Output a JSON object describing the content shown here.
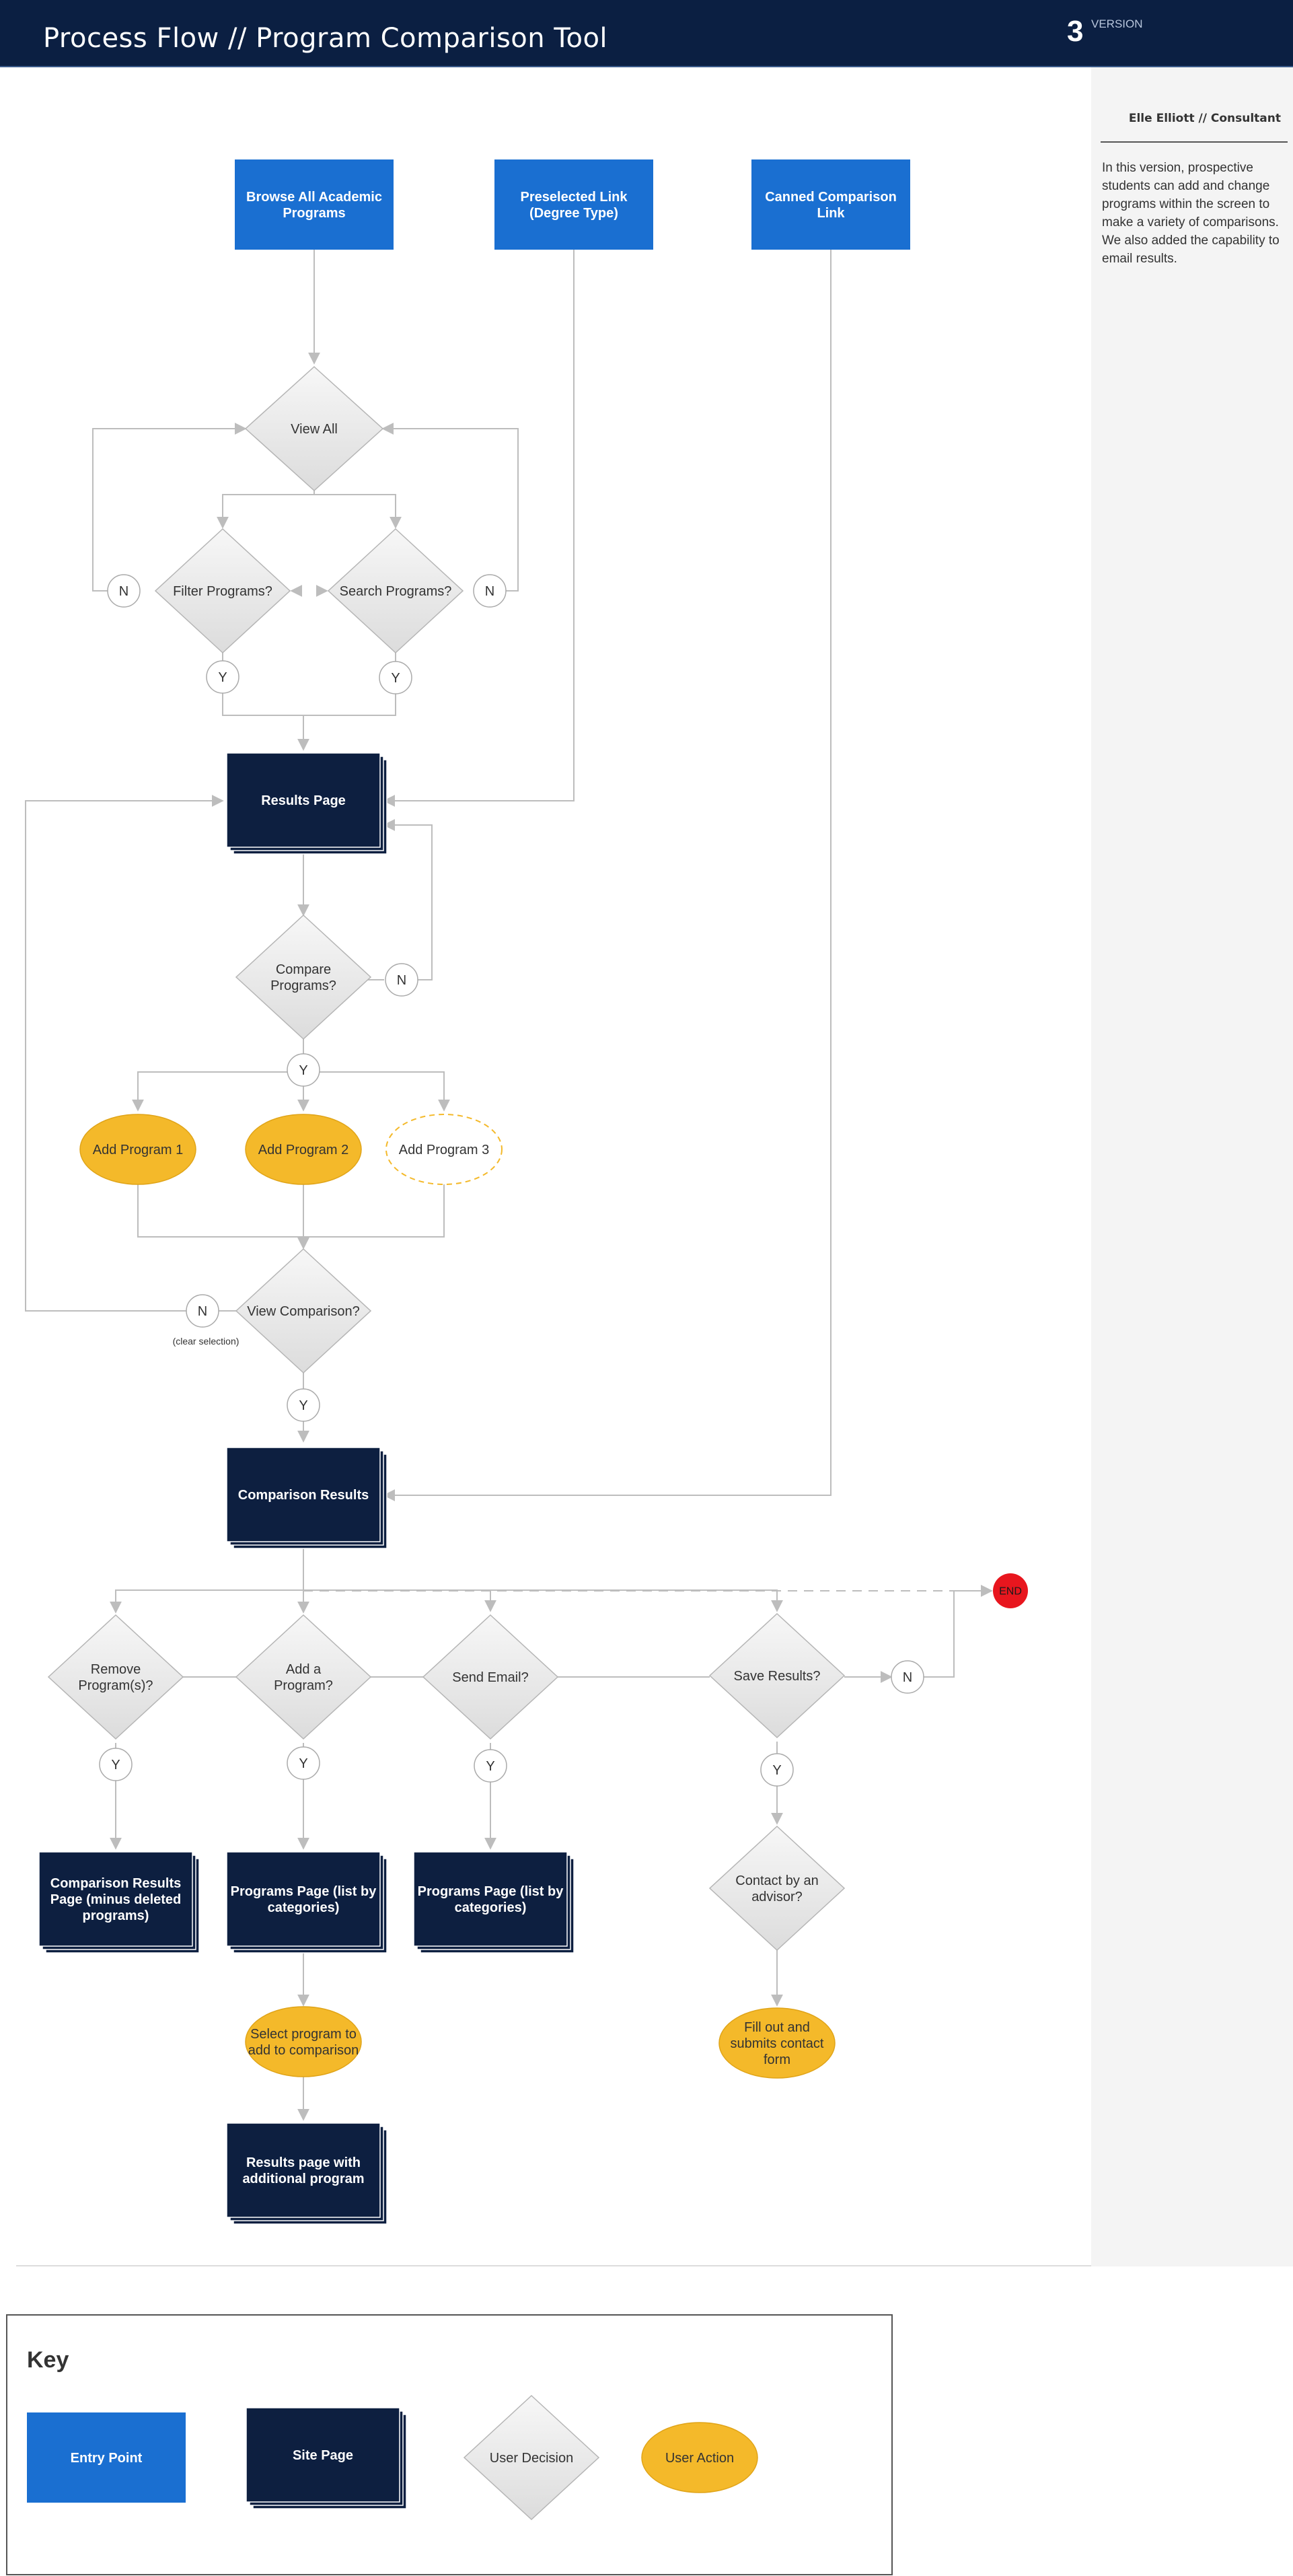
{
  "header": {
    "title": "Process Flow // Program Comparison Tool",
    "version_number": "3",
    "version_label": "VERSION"
  },
  "sidebar": {
    "author": "Elle Elliott // Consultant",
    "description": "In this version, prospective students can add and change programs within the screen to make a variety of comparisons. We also added the capability to email results."
  },
  "colors": {
    "header_bg": "#0b1f42",
    "entry_point": "#1a6fd1",
    "site_page": "#0d1f40",
    "user_decision": "#e6e6e6",
    "user_action": "#f4b92a",
    "end": "#e8161e",
    "connector": "#bdbdbd"
  },
  "nodes": {
    "browse_all": [
      "Browse All Academic",
      "Programs"
    ],
    "preselected": [
      "Preselected Link",
      "(Degree Type)"
    ],
    "canned": [
      "Canned Comparison",
      "Link"
    ],
    "view_all": [
      "View All"
    ],
    "filter": [
      "Filter Programs?"
    ],
    "search": [
      "Search Programs?"
    ],
    "results_page": [
      "Results Page"
    ],
    "compare": [
      "Compare",
      "Programs?"
    ],
    "add1": [
      "Add Program 1"
    ],
    "add2": [
      "Add Program 2"
    ],
    "add3": [
      "Add Program 3"
    ],
    "view_comparison": [
      "View Comparison?"
    ],
    "clear_selection": "(clear selection)",
    "comparison_results": [
      "Comparison Results"
    ],
    "end": "END",
    "remove": [
      "Remove",
      "Program(s)?"
    ],
    "add_program": [
      "Add a",
      "Program?"
    ],
    "send_email": [
      "Send Email?"
    ],
    "save_results": [
      "Save Results?"
    ],
    "comp_minus": [
      "Comparison Results",
      "Page (minus deleted",
      "programs)"
    ],
    "programs_page_1": [
      "Programs Page (list by",
      "categories)"
    ],
    "programs_page_2": [
      "Programs Page (list by",
      "categories)"
    ],
    "contact_advisor": [
      "Contact by an",
      "advisor?"
    ],
    "select_program": [
      "Select program to",
      "add to comparison"
    ],
    "fill_out": [
      "Fill out and",
      "submits contact",
      "form"
    ],
    "results_additional": [
      "Results page with",
      "additional program"
    ]
  },
  "labels": {
    "yes": "Y",
    "no": "N"
  },
  "key": {
    "title": "Key",
    "entry_point": "Entry Point",
    "site_page": "Site Page",
    "user_decision": "User Decision",
    "user_action": "User Action"
  }
}
